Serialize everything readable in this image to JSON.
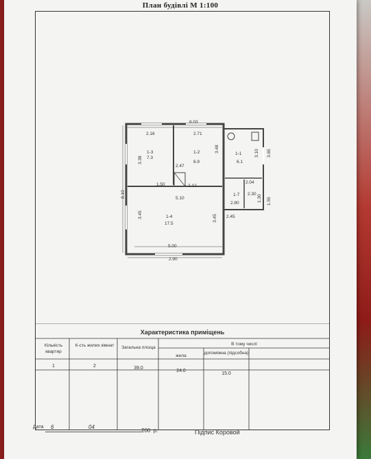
{
  "title": "План будівлі  М  1:100",
  "plan": {
    "dims": {
      "top_overall": "8.03",
      "top_left": "2.16",
      "top_mid": "2.71",
      "left_overall": "8.10",
      "left_upper": "3.38",
      "left_lower": "3.45",
      "mid_vert": "3.48",
      "right_room_vert": "3.10",
      "right_outer_vert": "3.65",
      "mid_h": "5.10",
      "corridor_a": "1.50",
      "corridor_b": "2.12",
      "bottom_inner": "5.00",
      "bottom_outer": "2.90",
      "room4_vert": "3.45",
      "room2_vert": "2.47",
      "small_w1": "2.04",
      "small_w2": "2.80",
      "small_w3": "2.30",
      "small_h1": "1.30",
      "small_h2": "1.55",
      "small_bottom": "2.45"
    },
    "rooms": [
      {
        "id": "1-3",
        "area": "7.3"
      },
      {
        "id": "1-2",
        "area": "6.9"
      },
      {
        "id": "1-1",
        "area": "6.1"
      },
      {
        "id": "1-4",
        "area": "17.5"
      },
      {
        "id": "1-7",
        "area": ""
      }
    ]
  },
  "table": {
    "caption": "Характеристика приміщень",
    "headers": {
      "kvartyr": "Кількість квартир",
      "kimnat": "К-сть жилих кімнат",
      "ploshcha": "Загальна площа",
      "v_tomu": "В тому числі",
      "zhyla": "жила",
      "dopomizhna": "допоміжна (підсобна)"
    },
    "values": {
      "kvartyr": "1",
      "kimnat": "2",
      "ploshcha": "39.0",
      "zhyla": "24.0",
      "dopomizhna": "15.0"
    }
  },
  "footer": {
    "date_label": "Дата",
    "day": "6",
    "month": "04",
    "year_suffix": "200  р.",
    "signature_label": "Підпис Коровой"
  }
}
